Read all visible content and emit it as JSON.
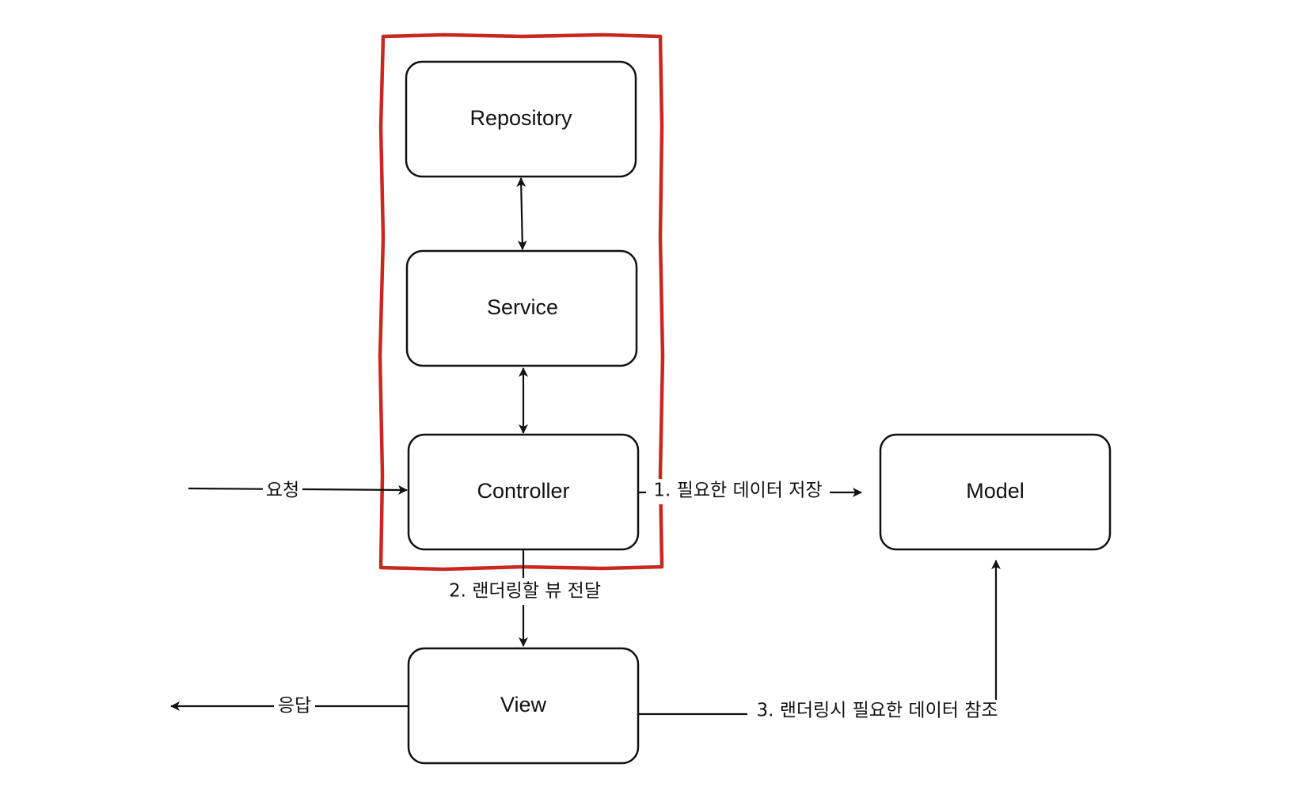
{
  "diagram": {
    "colors": {
      "stroke": "#111111",
      "highlight": "#c8281e",
      "background": "#ffffff"
    },
    "nodes": {
      "repository": {
        "label": "Repository"
      },
      "service": {
        "label": "Service"
      },
      "controller": {
        "label": "Controller"
      },
      "model": {
        "label": "Model"
      },
      "view": {
        "label": "View"
      }
    },
    "edges": {
      "request": {
        "label": "요청"
      },
      "save_data": {
        "label": "1. 필요한 데이터 저장"
      },
      "pass_view": {
        "label": "2. 랜더링할 뷰 전달"
      },
      "reference_data": {
        "label": "3. 랜더링시 필요한 데이터 참조"
      },
      "response": {
        "label": "응답"
      }
    }
  }
}
